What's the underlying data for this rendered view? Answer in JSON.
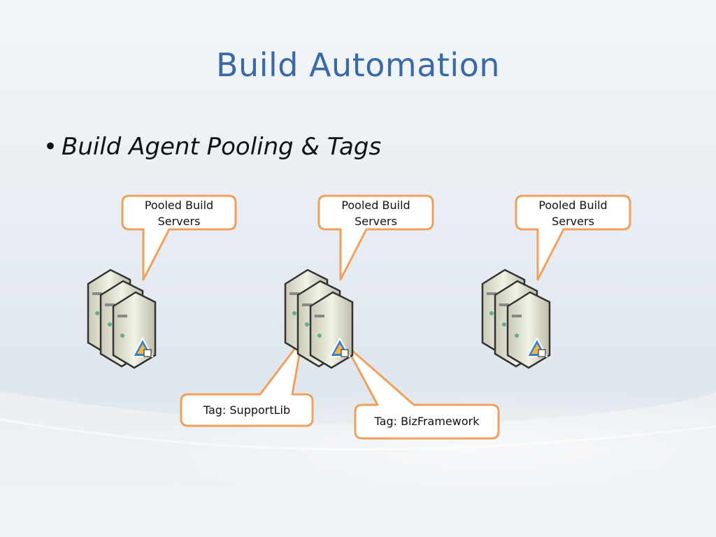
{
  "title": "Build Automation",
  "bullet": {
    "marker": "•",
    "text": "Build Agent Pooling & Tags"
  },
  "callouts": {
    "pool_1": {
      "line1": "Pooled Build",
      "line2": "Servers"
    },
    "pool_2": {
      "line1": "Pooled Build",
      "line2": "Servers"
    },
    "pool_3": {
      "line1": "Pooled Build",
      "line2": "Servers"
    },
    "tag_supportlib": "Tag: SupportLib",
    "tag_bizframework": "Tag: BizFramework"
  },
  "colors": {
    "title": "#3a6aa5",
    "callout_border": "#f0a05a",
    "callout_fill": "#ffffff"
  }
}
